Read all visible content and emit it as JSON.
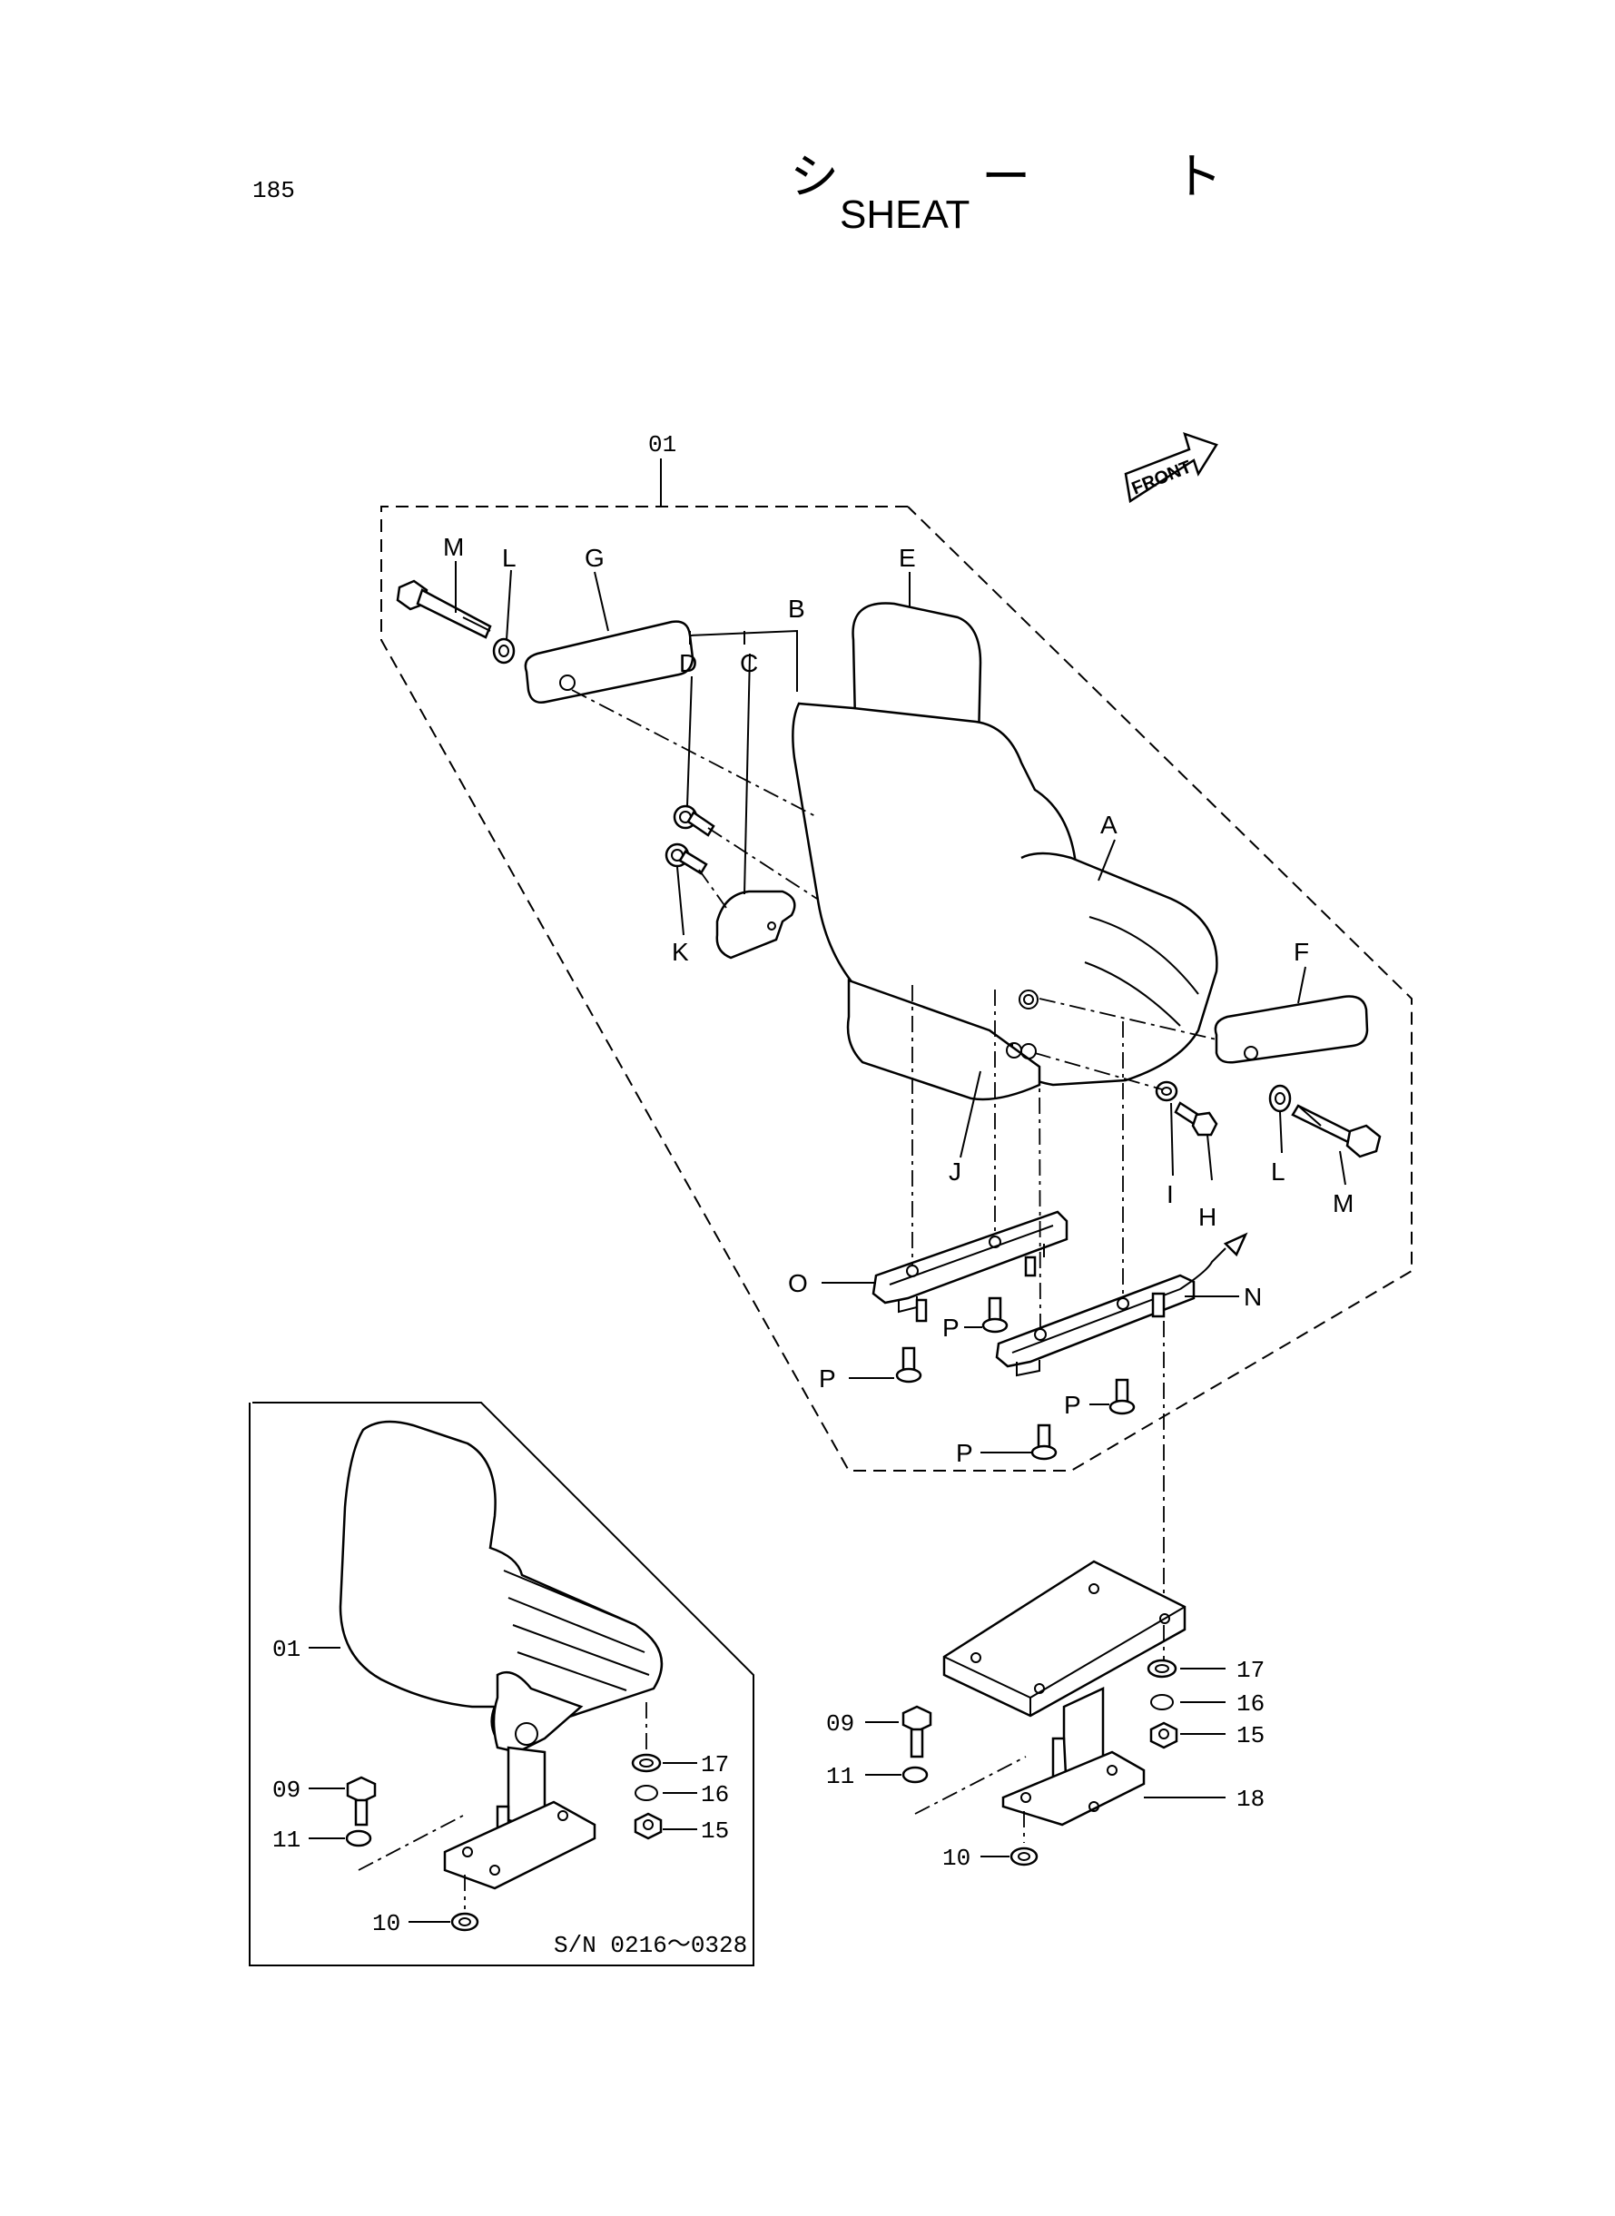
{
  "page": {
    "number": "185",
    "title_jp": "シ ー ト",
    "title_en": "SHEAT"
  },
  "front_marker": "FRONT",
  "callouts": {
    "assy": "01",
    "A": "A",
    "B": "B",
    "C": "C",
    "D": "D",
    "E": "E",
    "F": "F",
    "G": "G",
    "H": "H",
    "I": "I",
    "J": "J",
    "K": "K",
    "L": "L",
    "M": "M",
    "N": "N",
    "O": "O",
    "P": "P",
    "p09": "09",
    "p10": "10",
    "p11": "11",
    "p15": "15",
    "p16": "16",
    "p17": "17",
    "p18": "18"
  },
  "inset": {
    "serial_range": "S/N  0216～0328"
  }
}
